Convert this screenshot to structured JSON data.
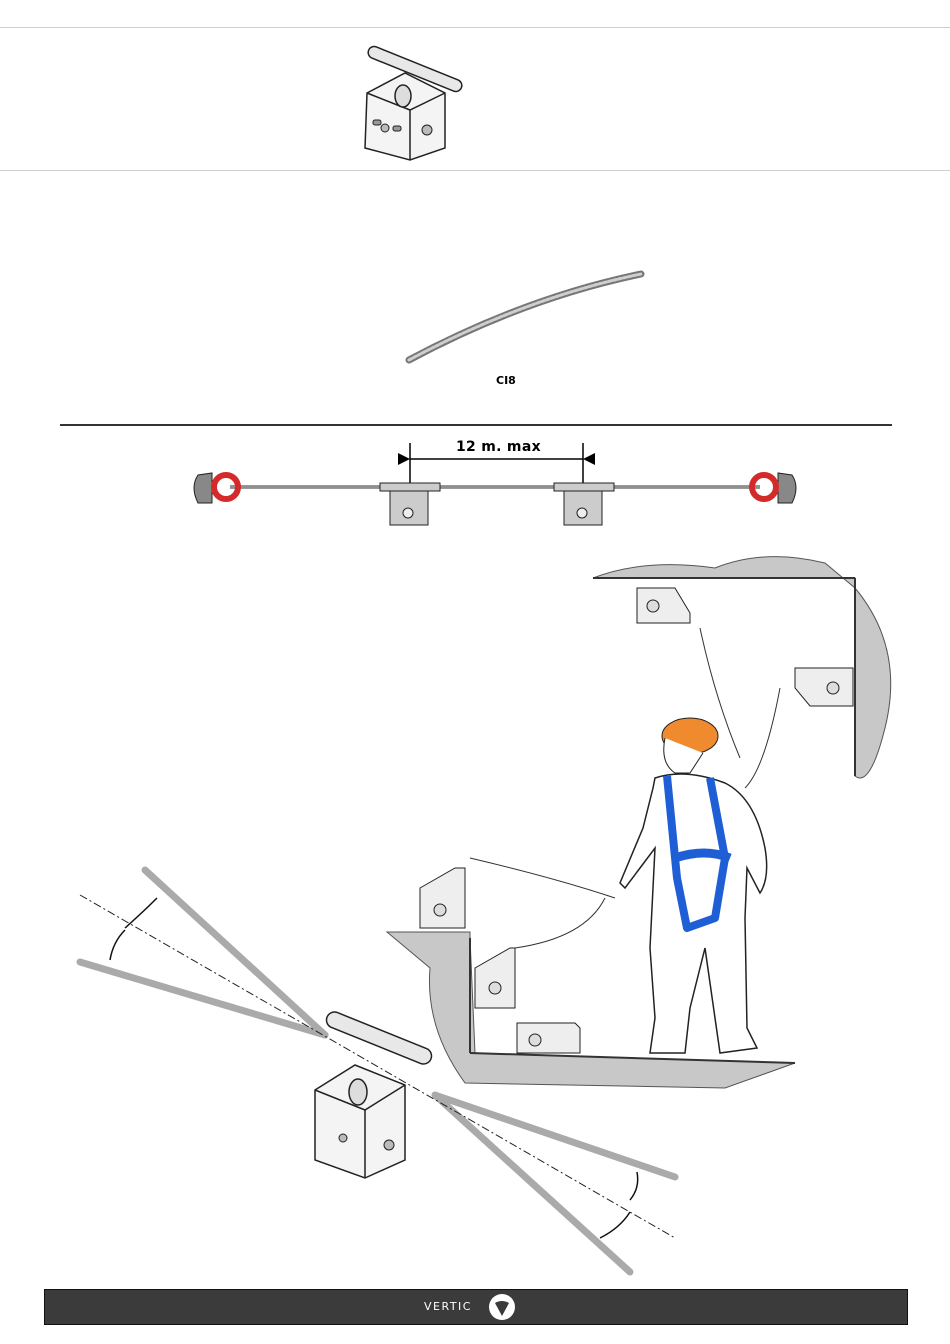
{
  "cable": {
    "code": "CI8"
  },
  "span": {
    "label": "12 m. max"
  },
  "footer": {
    "brand": "VERTIC"
  },
  "colors": {
    "anchor_ring": "#d42a2a",
    "helmet": "#f08a2e",
    "harness": "#1f5fd6",
    "wall": "#c8c8c8",
    "footer_bg": "#3b3b3b"
  }
}
